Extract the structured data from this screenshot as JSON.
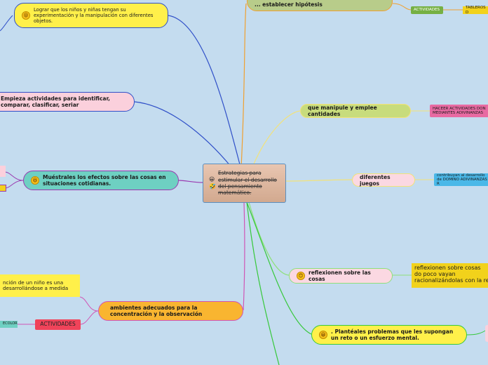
{
  "center": {
    "label": "Estrategias para estimular el desarrollo del pensamiento matemático.",
    "emoji": "😀🤣"
  },
  "branches": {
    "hipotesis": {
      "label": "... establecer hipótesis",
      "color": "#b8cc8a",
      "border": "#f0a030"
    },
    "cantidades": {
      "label": "que manipule y emplee cantidades",
      "color": "#c8dc7c",
      "border": "#f2e27a"
    },
    "juegos": {
      "label": "diferentes juegos",
      "color": "#fbd8e2",
      "border": "#f2e27a"
    },
    "reflexionen": {
      "label": "reflexionen sobre las cosas",
      "color": "#fbd8e2",
      "border": "#8ee07a",
      "emoji": "😊"
    },
    "problemas": {
      "label": ". Plantéales problemas que les supongan un reto o un esfuerzo mental.",
      "color": "#fff04a",
      "border": "#36c83a",
      "emoji": "😀"
    },
    "logrado": {
      "label": "Lograr que los niños y niñas tengan su experimentación y la manipulación con diferentes objetos.",
      "color": "#fff04a",
      "border": "#3050c8",
      "emoji": "😝"
    },
    "empieza": {
      "label": "Empieza actividades para identificar, comparar, clasificar, seriar",
      "color": "#fbd0dc",
      "border": "#3050c8"
    },
    "muestrales": {
      "label": "Muéstrales los efectos sobre las cosas en situaciones cotidianas.",
      "color": "#6ed0c2",
      "border": "#9a3ab0",
      "emoji": "😆"
    },
    "ambientes": {
      "label": "ambientes adecuados para la concentración y la observación",
      "color": "#f9b530",
      "border": "#d055b5"
    }
  },
  "leaves": {
    "actividades_top": "ACTIVIDADES",
    "tableros": "TABLEROS D",
    "hacer_actividades": "HACEER ACTIVIDADES DON MEDIANTES ADIVINANZAS",
    "contribuyan": "contribuyan al desarrollo de DOMINO ADIVINANZAS R",
    "reflexionen_text": "reflexionen sobre cosas do poco vayan racionalizándolas con la re",
    "atencion_text": "nción de un niño es una desarrollándose a medida",
    "actividades_left": "ACTIVIDADES",
    "colores": "ECOLOR"
  },
  "colors": {
    "background": "#c4dcef",
    "center_border": "#5a8fbf"
  }
}
